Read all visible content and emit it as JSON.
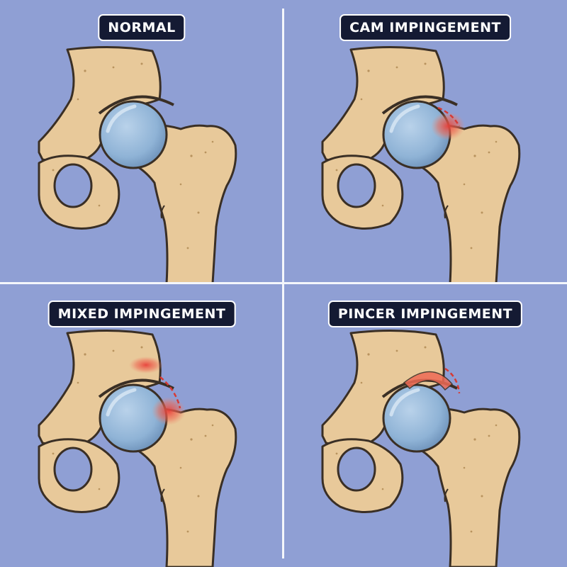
{
  "colors": {
    "background": "#8f9fd4",
    "bone": "#e8c99a",
    "bone_outline": "#3a2f25",
    "cartilage": "#8fb3d6",
    "highlight": "#e84a3f",
    "label_bg": "#141a33",
    "label_text": "#ffffff"
  },
  "panels": [
    {
      "label": "NORMAL"
    },
    {
      "label": "CAM IMPINGEMENT"
    },
    {
      "label": "MIXED IMPINGEMENT"
    },
    {
      "label": "PINCER IMPINGEMENT"
    }
  ]
}
